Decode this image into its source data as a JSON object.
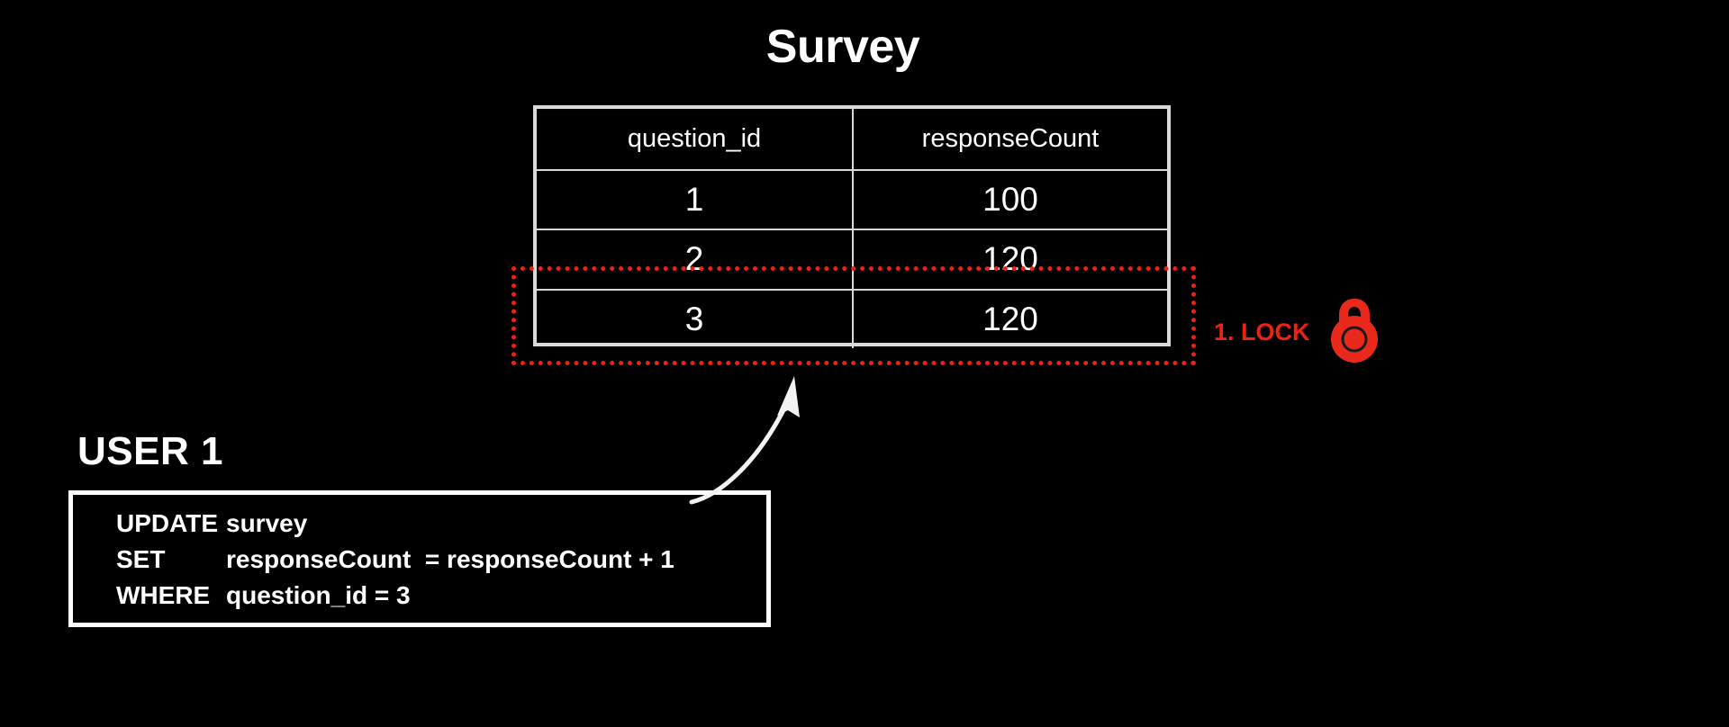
{
  "table": {
    "title": "Survey",
    "columns": [
      "question_id",
      "responseCount"
    ],
    "rows": [
      {
        "question_id": "1",
        "responseCount": "100"
      },
      {
        "question_id": "2",
        "responseCount": "120"
      },
      {
        "question_id": "3",
        "responseCount": "120"
      }
    ]
  },
  "annotation": {
    "lock_label": "1. LOCK",
    "lock_icon": "padlock-icon",
    "highlight_color": "#ee2211",
    "highlighted_row": "3"
  },
  "user": {
    "label": "USER 1"
  },
  "sql": {
    "lines": [
      {
        "keyword": "UPDATE",
        "rest": "survey"
      },
      {
        "keyword": "SET",
        "rest": "responseCount  = responseCount + 1"
      },
      {
        "keyword": "WHERE",
        "rest": "question_id = 3"
      }
    ]
  },
  "arrow": {
    "name": "curved-arrow",
    "from": "sql-statement-box",
    "to": "locked-row"
  }
}
